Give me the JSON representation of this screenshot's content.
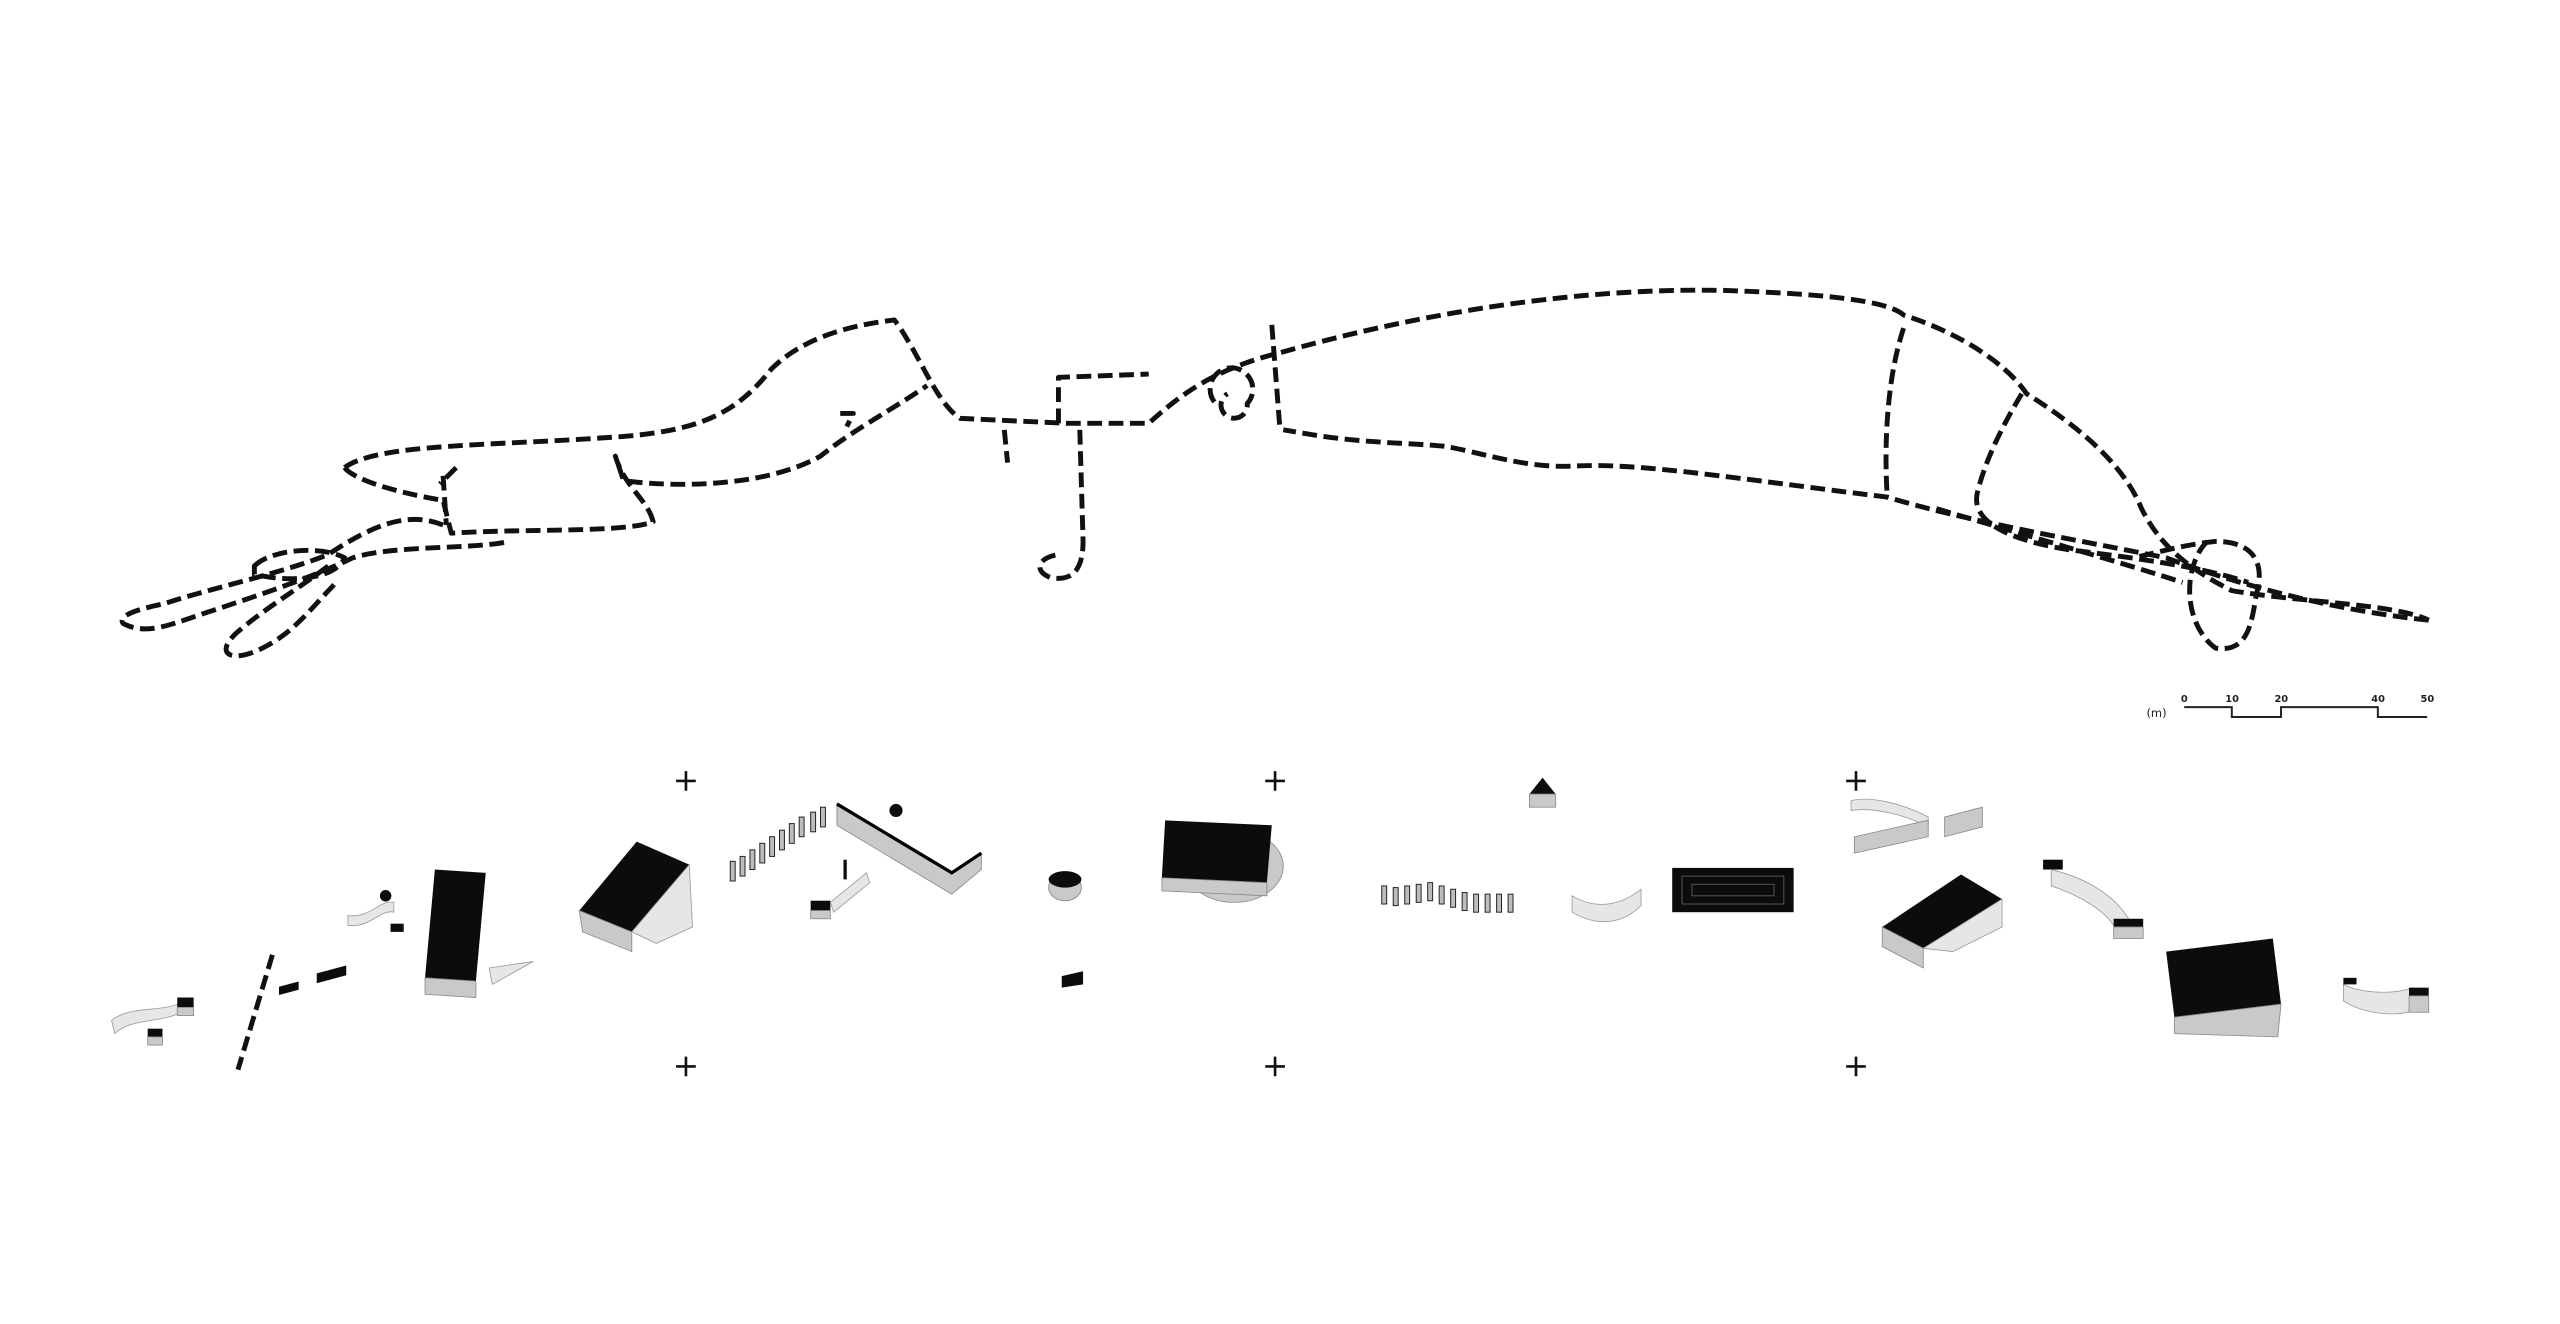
{
  "scale_bar": {
    "unit_label": "(m)",
    "ticks": [
      "0",
      "10",
      "20",
      "40",
      "50"
    ],
    "tick_values": [
      0,
      10,
      20,
      40,
      50
    ]
  },
  "colors": {
    "ink": "#111111",
    "background": "#ffffff",
    "wall": "#c9c9c9"
  }
}
